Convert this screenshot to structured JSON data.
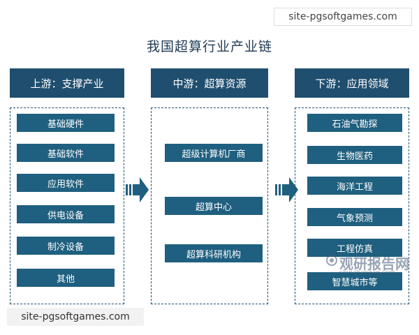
{
  "title": "我国超算行业产业链",
  "columns": [
    {
      "header": "上游：支撑产业",
      "items": [
        "基础硬件",
        "基础软件",
        "应用软件",
        "供电设备",
        "制冷设备",
        "其他"
      ]
    },
    {
      "header": "中游：超算资源",
      "items": [
        "超级计算机厂商",
        "超算中心",
        "超算科研机构"
      ]
    },
    {
      "header": "下游：应用领域",
      "items": [
        "石油气勘探",
        "生物医药",
        "海洋工程",
        "气象预测",
        "工程仿真",
        "智慧城市等"
      ]
    }
  ],
  "watermarks": {
    "top_right": "site-pgsoftgames.com",
    "bottom_left": "site-pgsoftgames.com",
    "logo_brand": "观研报告网",
    "logo_domain": "chinabaogao.com"
  },
  "colors": {
    "header_bg": "#1f4e6f",
    "item_bg": "#1f5f7f",
    "title_text": "#1f3a56",
    "arrow": "#1f5f7f"
  }
}
